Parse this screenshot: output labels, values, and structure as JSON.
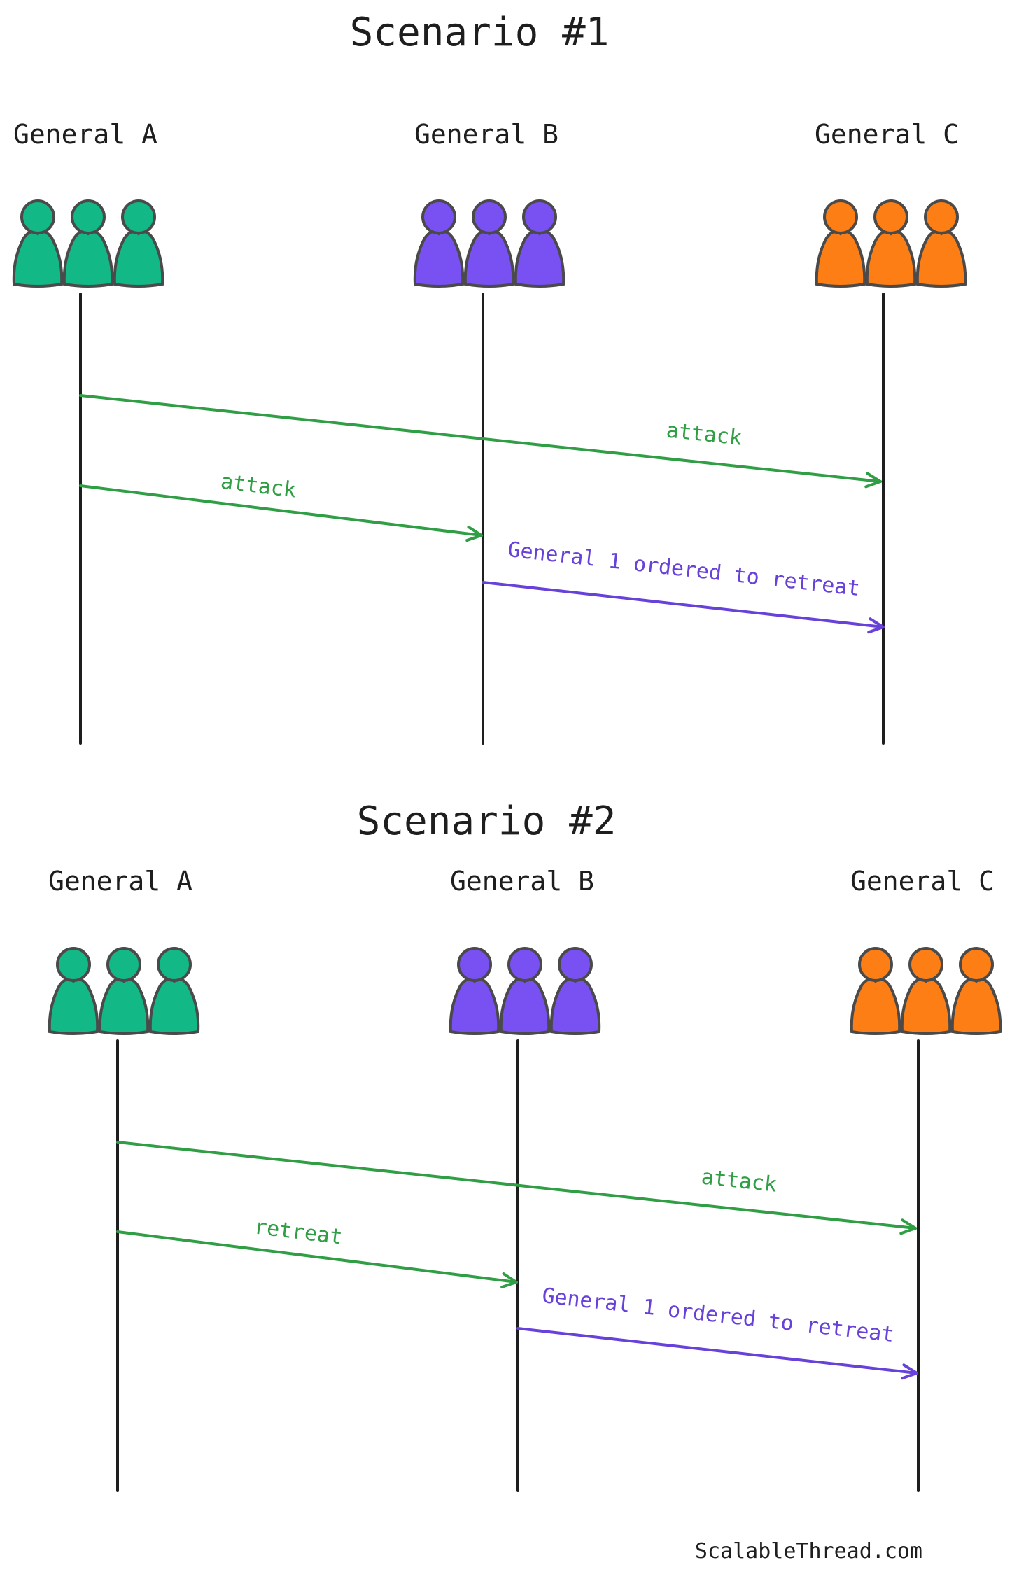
{
  "colors": {
    "general_a": "#12b886",
    "general_b": "#7950f2",
    "general_c": "#fd7e14",
    "arrow_green": "#2f9e44",
    "arrow_purple": "#6741d9"
  },
  "scenarios": [
    {
      "title": "Scenario #1",
      "generals": [
        {
          "label": "General A",
          "color_key": "general_a"
        },
        {
          "label": "General B",
          "color_key": "general_b"
        },
        {
          "label": "General C",
          "color_key": "general_c"
        }
      ],
      "messages": [
        {
          "from": 0,
          "to": 2,
          "text": "attack",
          "color_key": "arrow_green"
        },
        {
          "from": 0,
          "to": 1,
          "text": "attack",
          "color_key": "arrow_green"
        },
        {
          "from": 1,
          "to": 2,
          "text": "General 1 ordered to retreat",
          "color_key": "arrow_purple"
        }
      ]
    },
    {
      "title": "Scenario #2",
      "generals": [
        {
          "label": "General A",
          "color_key": "general_a"
        },
        {
          "label": "General B",
          "color_key": "general_b"
        },
        {
          "label": "General C",
          "color_key": "general_c"
        }
      ],
      "messages": [
        {
          "from": 0,
          "to": 2,
          "text": "attack",
          "color_key": "arrow_green"
        },
        {
          "from": 0,
          "to": 1,
          "text": "retreat",
          "color_key": "arrow_green"
        },
        {
          "from": 1,
          "to": 2,
          "text": "General 1 ordered to retreat",
          "color_key": "arrow_purple"
        }
      ]
    }
  ],
  "footer": "ScalableThread.com"
}
